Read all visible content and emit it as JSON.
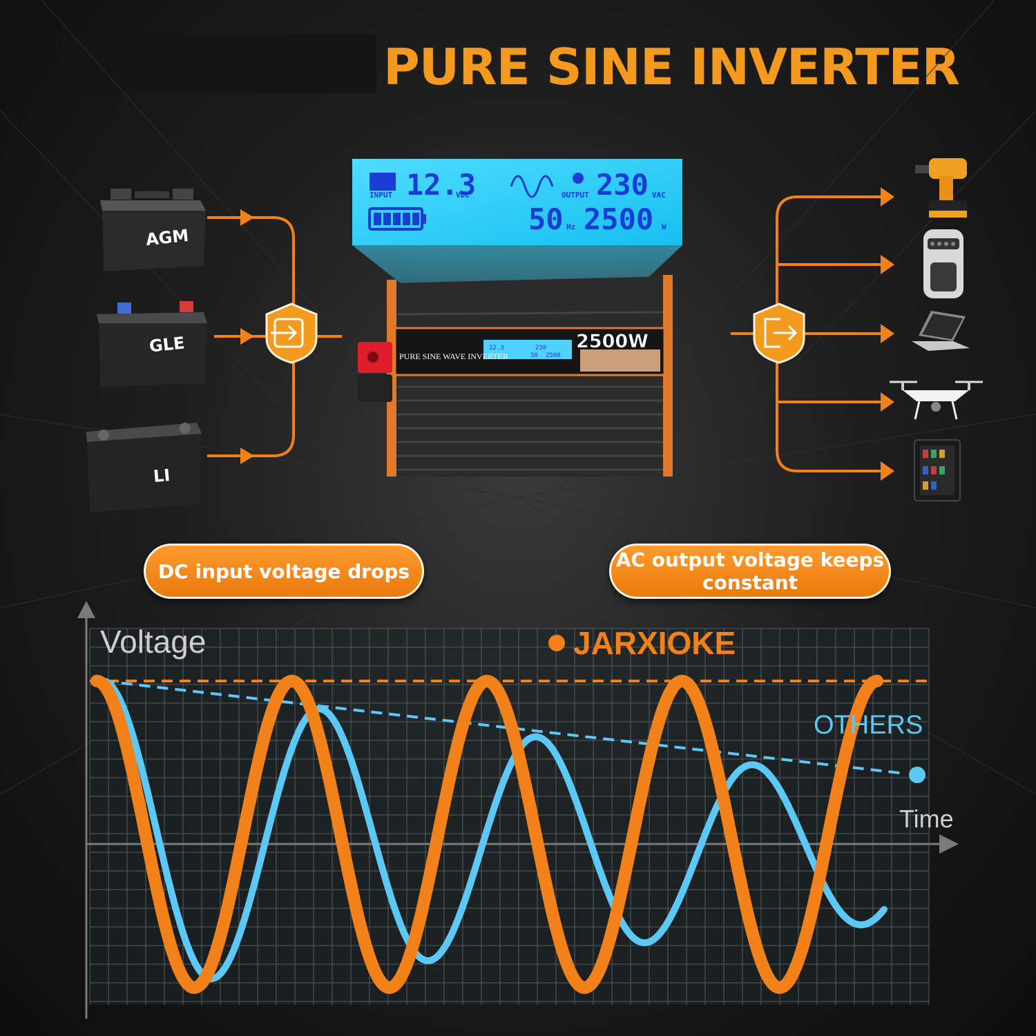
{
  "title": "PURE SINE INVERTER",
  "batteries": [
    {
      "label": "AGM"
    },
    {
      "label": "GLE"
    },
    {
      "label": "LI"
    }
  ],
  "display": {
    "input_label": "INPUT",
    "input_value": "12.3",
    "input_unit": "VDC",
    "output_label": "OUTPUT",
    "output_value": "230",
    "output_unit": "VAC",
    "freq_value": "50",
    "freq_unit": "Hz",
    "power_value": "2500",
    "power_unit": "W"
  },
  "device": {
    "brand_text": "PURE SINE WAVE INVERTER",
    "power_badge": "2500W",
    "mini_input": "12.3",
    "mini_output": "230",
    "mini_freq": "50",
    "mini_power": "2500"
  },
  "callouts": {
    "left": "DC input voltage drops",
    "right": "AC output voltage keeps constant"
  },
  "appliances": [
    "drill-icon",
    "coffee-maker-icon",
    "laptop-icon",
    "drone-icon",
    "fridge-icon"
  ],
  "colors": {
    "orange": "#f3811a",
    "blue": "#5cc8f5",
    "background": "#121212"
  },
  "chart_labels": {
    "y_axis": "Voltage",
    "x_axis": "Time",
    "brand_series": "JARXIOKE",
    "other_series": "OTHERS"
  },
  "chart_data": {
    "type": "line",
    "xlabel": "Time",
    "ylabel": "Voltage",
    "series": [
      {
        "name": "JARXIOKE",
        "kind": "sine",
        "amplitude": 1.0,
        "cycles": 4.0,
        "color": "#f3811a",
        "amplitude_trend": [
          1.0,
          1.0
        ]
      },
      {
        "name": "OTHERS",
        "kind": "decaying-sine",
        "amplitude": 1.0,
        "cycles": 3.6,
        "color": "#5cc8f5",
        "amplitude_trend": [
          1.0,
          0.48
        ]
      }
    ]
  }
}
